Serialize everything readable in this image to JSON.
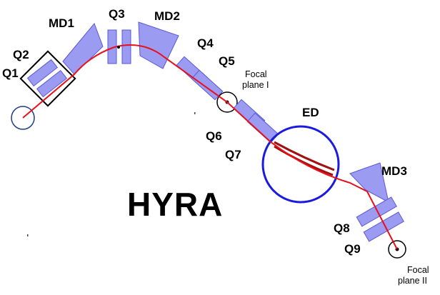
{
  "title": "HYRA",
  "colors": {
    "magnet_fill": "#9b9bf2",
    "magnet_stroke": "#5a5ad6",
    "beam": "#e8101a",
    "deflector": "#1a1ae0",
    "deflector_plates": "#a01010",
    "outline": "#000000"
  },
  "labels": {
    "q1": "Q1",
    "q2": "Q2",
    "md1": "MD1",
    "q3": "Q3",
    "md2": "MD2",
    "q4": "Q4",
    "q5": "Q5",
    "focal1_line1": "Focal",
    "focal1_line2": "plane I",
    "ed": "ED",
    "q6": "Q6",
    "q7": "Q7",
    "md3": "MD3",
    "q8": "Q8",
    "q9": "Q9",
    "focal2_line1": "Focal",
    "focal2_line2": "plane II"
  }
}
